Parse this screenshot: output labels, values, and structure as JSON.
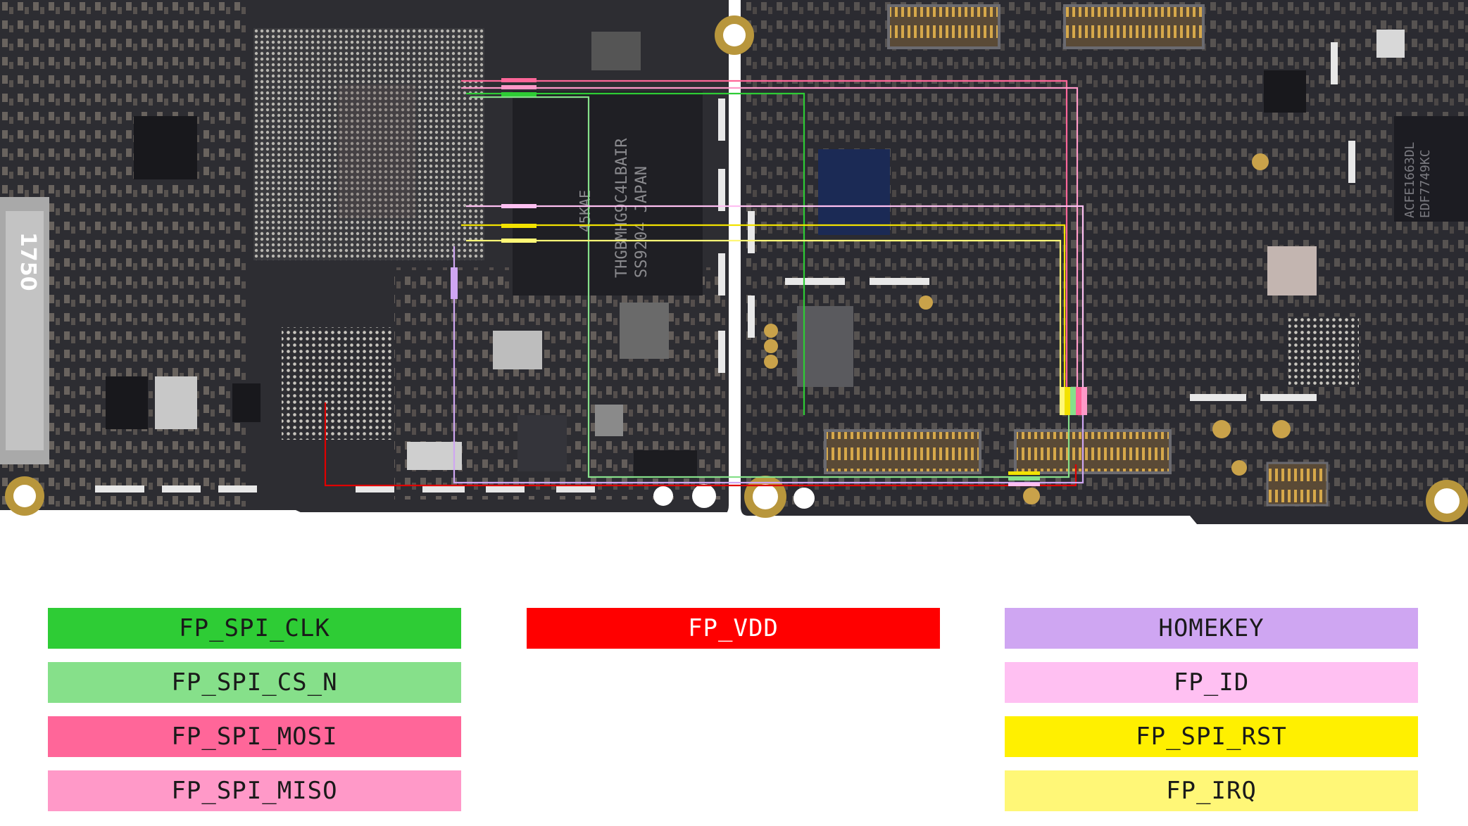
{
  "board": {
    "chip_markings": {
      "memory_chip_lines": [
        "THGBMHG9C4LBAIR",
        "SS9204 JAPAN",
        "45KAE"
      ],
      "left_side_label": "1750",
      "right_chip_lines": [
        "ACFE1663DL",
        "EDF7749KC"
      ]
    }
  },
  "legend": {
    "fp_spi_clk": {
      "label": "FP_SPI_CLK",
      "color": "#2ecc35"
    },
    "fp_spi_cs_n": {
      "label": "FP_SPI_CS_N",
      "color": "#86e08a"
    },
    "fp_spi_mosi": {
      "label": "FP_SPI_MOSI",
      "color": "#ff6699"
    },
    "fp_spi_miso": {
      "label": "FP_SPI_MISO",
      "color": "#ff99c8"
    },
    "fp_vdd": {
      "label": "FP_VDD",
      "color": "#ff0000"
    },
    "homekey": {
      "label": "HOMEKEY",
      "color": "#cfa6f2"
    },
    "fp_id": {
      "label": "FP_ID",
      "color": "#ffc0f2"
    },
    "fp_spi_rst": {
      "label": "FP_SPI_RST",
      "color": "#fff000"
    },
    "fp_irq": {
      "label": "FP_IRQ",
      "color": "#fff777"
    }
  }
}
